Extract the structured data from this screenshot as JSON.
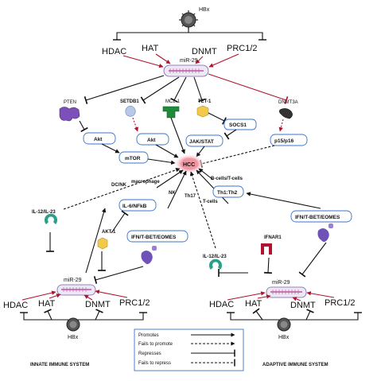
{
  "colors": {
    "promote": "#b0132e",
    "repress": "#111111",
    "box_border": "#3a74c9",
    "hcc_glow": "#f28c9a",
    "mir_bg": "#ede8f5"
  },
  "top": {
    "hbx": "HBx",
    "hdac": "HDAC",
    "hat": "HAT",
    "dnmt": "DNMT",
    "prc": "PRC1/2",
    "mir": "miR-29"
  },
  "targets": {
    "pten": "PTEN",
    "setdb1": "SETDB1",
    "mcl1": "MCL-1",
    "tet1": "TET-1",
    "dnmt3a": "DNMT3A",
    "socs1": "SOCS1",
    "akt1": "Akt",
    "akt2": "Akt",
    "jakstat": "JAK/STAT",
    "p15": "p15/p16",
    "mtor": "mTOR"
  },
  "center": {
    "hcc": "HCC"
  },
  "immune": {
    "dc_nk": "DC/NK",
    "macrophage": "macrophage",
    "nk": "NK",
    "th17": "Th17",
    "bcells": "B-cells/T-cells",
    "tcells": "T-cells",
    "th1th2": "Th1:Th2",
    "il6": "IL-6/NFkB",
    "akt1": "AKT-1",
    "ifn_left": "IFN/T-BET/EOMES",
    "il12_left": "IL-12/IL-23",
    "il12_right": "IL-12/IL-23",
    "ifnar1": "IFNAR1",
    "ifn_right": "IFN/T-BET/EOMES"
  },
  "bottom_left": {
    "mir": "miR-29",
    "hdac": "HDAC",
    "hat": "HAT",
    "dnmt": "DNMT",
    "prc": "PRC1/2",
    "hbx": "HBx",
    "system": "INNATE  IMMUNE SYSTEM"
  },
  "bottom_right": {
    "mir": "miR-29",
    "hdac": "HDAC",
    "hat": "HAT",
    "dnmt": "DNMT",
    "prc": "PRC1/2",
    "hbx": "HBx",
    "system": "ADAPTIVE IMMUNE SYSTEM"
  },
  "legend": {
    "promotes": "Promotes",
    "fails_promote": "Fails to promote",
    "represses": "Represses",
    "fails_repress": "Fails to repress"
  }
}
